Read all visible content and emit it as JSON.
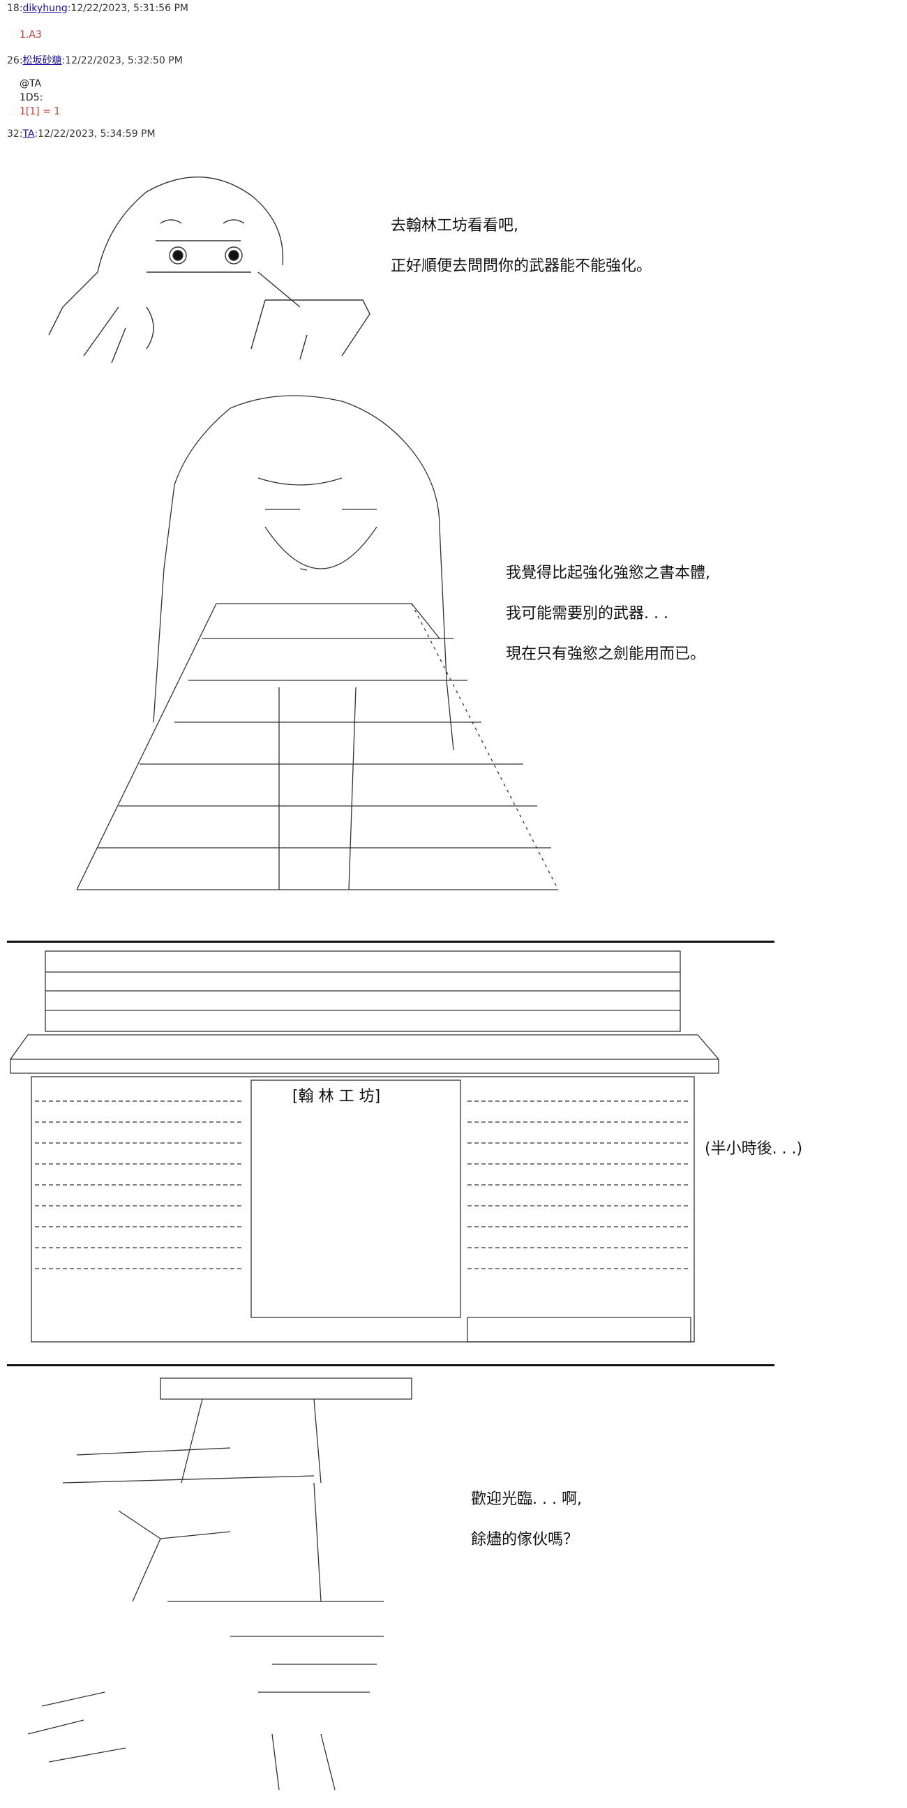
{
  "posts": [
    {
      "num": "18:",
      "user": "dikyhung",
      "time": ":12/22/2023, 5:31:56 PM",
      "lines": [
        "1.A3"
      ]
    },
    {
      "num": "26:",
      "user": "松坂砂糖",
      "time": ":12/22/2023, 5:32:50 PM",
      "lines": [
        "@TA",
        "1D5:",
        "1[1] = 1"
      ]
    },
    {
      "num": "32:",
      "user": "TA",
      "time": ":12/22/2023, 5:34:59 PM",
      "lines": []
    }
  ],
  "dialogue_1": [
    "去翰林工坊看看吧,",
    "正好順便去問問你的武器能不能強化。"
  ],
  "dialogue_2": [
    "我覺得比起強化強慾之書本體,",
    "我可能需要別的武器. . .",
    "現在只有強慾之劍能用而已。"
  ],
  "shop_sign": "[翰 林 工 坊]",
  "time_skip": "(半小時後. . .)",
  "dialogue_3": [
    "歡迎光臨. . . 啊,",
    "餘燼的傢伙嗎？"
  ]
}
